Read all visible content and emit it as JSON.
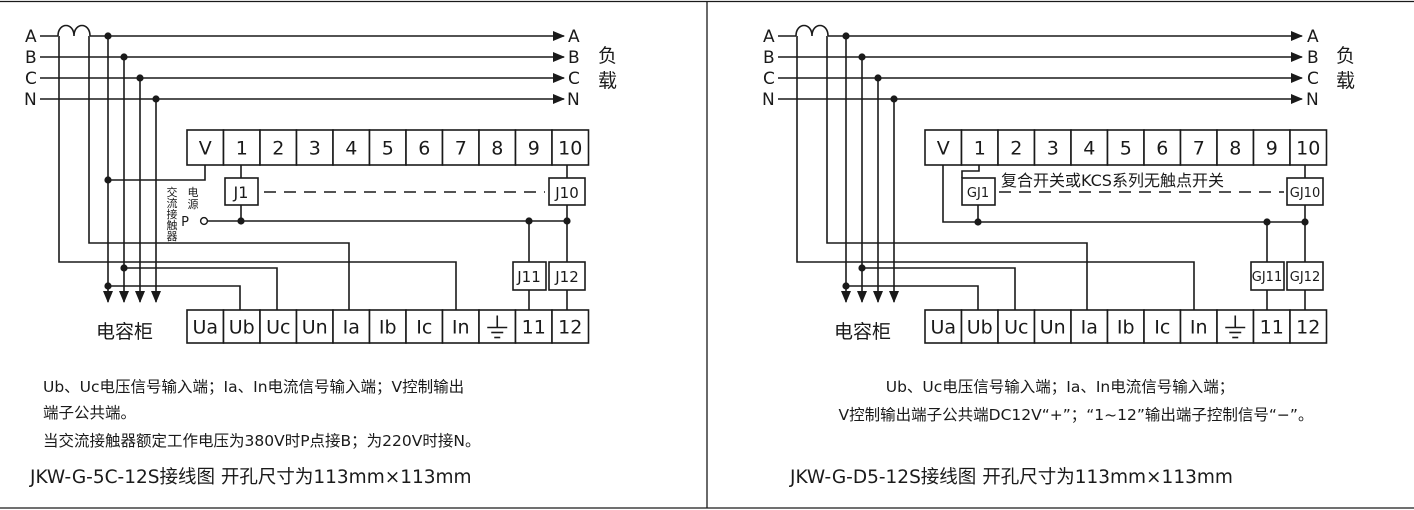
{
  "colors": {
    "ink": "#1a1a1a",
    "background": "#ffffff"
  },
  "left": {
    "phases": [
      "A",
      "B",
      "C",
      "N"
    ],
    "load": [
      "负",
      "载"
    ],
    "top_terminals": [
      "V",
      "1",
      "2",
      "3",
      "4",
      "5",
      "6",
      "7",
      "8",
      "9",
      "10"
    ],
    "bottom_terminals": [
      "Ua",
      "Ub",
      "Uc",
      "Un",
      "Ia",
      "Ib",
      "Ic",
      "In",
      "",
      "11",
      "12"
    ],
    "relays": {
      "r1": "J1",
      "r10": "J10",
      "r11": "J11",
      "r12": "J12"
    },
    "contactor_label": [
      "交",
      "流",
      "接",
      "触",
      "器"
    ],
    "power_label": [
      "电",
      "源"
    ],
    "p_label": "P",
    "cabinet": "电容柜",
    "notes": [
      "Ub、Uc电压信号输入端；Ia、In电流信号输入端；V控制输出",
      "端子公共端。",
      "当交流接触器额定工作电压为380V时P点接B；为220V时接N。"
    ],
    "caption": "JKW-G-5C-12S接线图   开孔尺寸为113mm×113mm"
  },
  "right": {
    "phases": [
      "A",
      "B",
      "C",
      "N"
    ],
    "load": [
      "负",
      "载"
    ],
    "top_terminals": [
      "V",
      "1",
      "2",
      "3",
      "4",
      "5",
      "6",
      "7",
      "8",
      "9",
      "10"
    ],
    "bottom_terminals": [
      "Ua",
      "Ub",
      "Uc",
      "Un",
      "Ia",
      "Ib",
      "Ic",
      "In",
      "",
      "11",
      "12"
    ],
    "relays": {
      "r1": "GJ1",
      "r10": "GJ10",
      "r11": "GJ11",
      "r12": "GJ12"
    },
    "switch_label": "复合开关或KCS系列无触点开关",
    "cabinet": "电容柜",
    "notes": [
      "Ub、Uc电压信号输入端；Ia、In电流信号输入端；",
      "V控制输出端子公共端DC12V“+”；“1~12”输出端子控制信号“−”。"
    ],
    "caption": "JKW-G-D5-12S接线图   开孔尺寸为113mm×113mm"
  }
}
